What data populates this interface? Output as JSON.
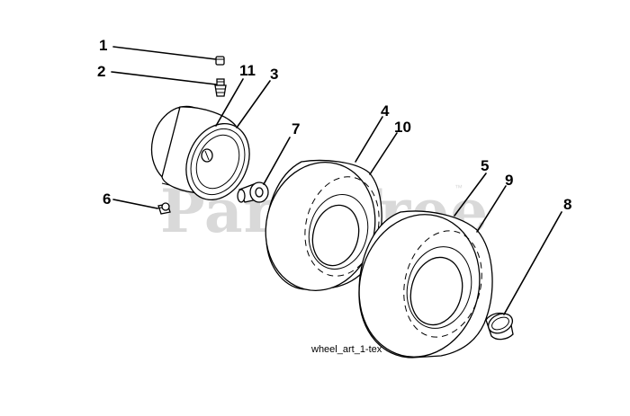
{
  "watermark": {
    "text": "PartsTree",
    "trademark": "™"
  },
  "caption": "wheel_art_1-tex",
  "callouts": {
    "c1": "1",
    "c2": "2",
    "c3": "3",
    "c4": "4",
    "c5": "5",
    "c6": "6",
    "c7": "7",
    "c8": "8",
    "c9": "9",
    "c10": "10",
    "c11": "11"
  }
}
